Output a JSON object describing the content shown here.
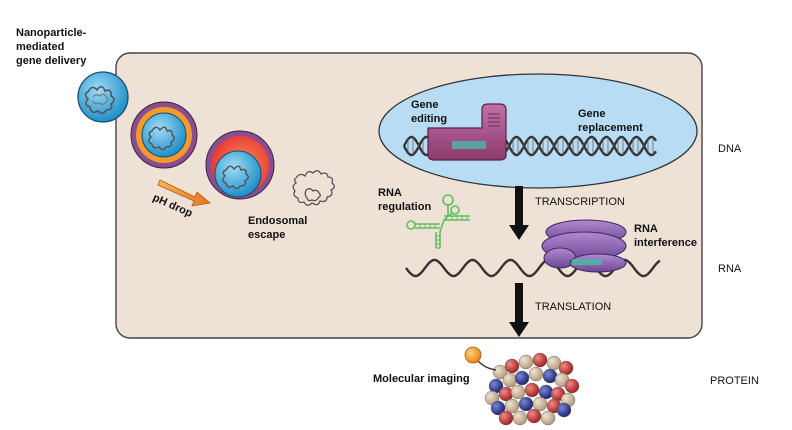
{
  "labels": {
    "delivery_line1": "Nanoparticle-",
    "delivery_line2": "mediated",
    "delivery_line3": "gene delivery",
    "ph_drop": "pH drop",
    "endosomal_line1": "Endosomal",
    "endosomal_line2": "escape",
    "gene_editing_line1": "Gene",
    "gene_editing_line2": "editing",
    "gene_replacement_line1": "Gene",
    "gene_replacement_line2": "replacement",
    "dna": "DNA",
    "transcription": "TRANSCRIPTION",
    "rna_regulation_line1": "RNA",
    "rna_regulation_line2": "regulation",
    "rna_interference_line1": "RNA",
    "rna_interference_line2": "interference",
    "rna": "RNA",
    "translation": "TRANSLATION",
    "molecular_imaging": "Molecular imaging",
    "protein": "PROTEIN"
  },
  "colors": {
    "cell_fill": "#eee2d6",
    "nucleus_fill": "#b8dcf4",
    "nanoparticle": "#37a9de",
    "endosome_ring": "#8a4d8f",
    "endosome_orange": "#f39a2c",
    "endosome_red": "#e8423c",
    "editor_purple": "#a44f86",
    "rnai_purple": "#8b62ae",
    "rna_green": "#5fbf5a",
    "arrow_orange": "#f08a24",
    "imaging_orange": "#f5a21c",
    "protein_tan": "#c9b59b",
    "protein_red": "#c83a3a",
    "protein_blue": "#2e3790"
  }
}
